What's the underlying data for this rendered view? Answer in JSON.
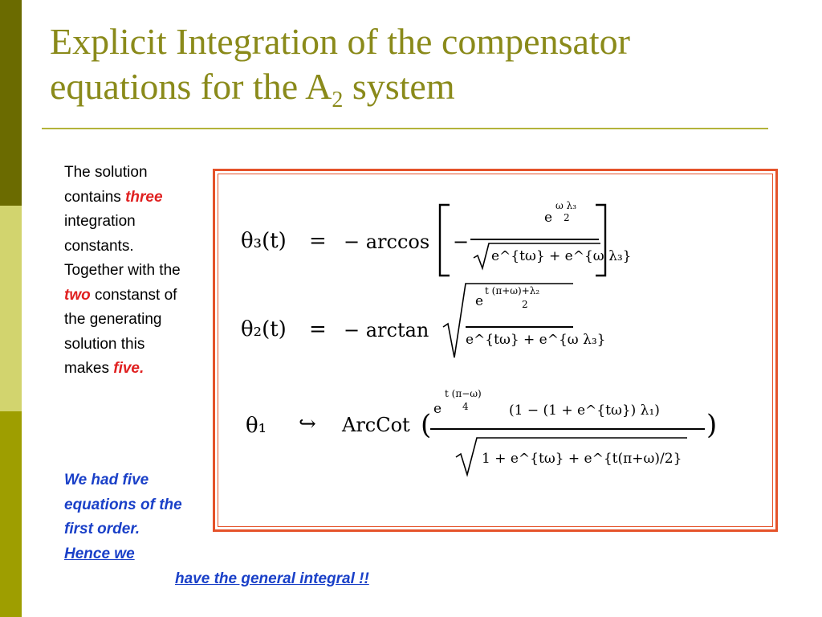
{
  "slide": {
    "title_line1": "Explicit Integration of the compensator",
    "title_line2_pre": "equations for the A",
    "title_line2_sub": "2",
    "title_line2_post": " system",
    "body": {
      "p1": "The solution contains",
      "three": "three",
      "p2": "integration constants. Together with the",
      "two": "two",
      "p3": "constanst of the generating solution this makes",
      "five": "five."
    },
    "blue_line1": "We had five equations of the first order.",
    "blue_hence": "Hence we",
    "blue_tail": "have the general integral !!"
  },
  "equations": {
    "eq1": {
      "lhs": "θ₃(t)",
      "op": "=",
      "fn": "− arccos",
      "num_base": "e",
      "num_exp_top": "ω λ₃",
      "num_exp_bottom": "2",
      "den": "e^{tω} + e^{ω λ₃}"
    },
    "eq2": {
      "lhs": "θ₂(t)",
      "op": "=",
      "fn": "− arctan",
      "num_base": "e",
      "num_exp_top": "t (π+ω)+λ₂",
      "num_exp_bottom": "2",
      "den": "e^{tω} + e^{ω λ₃}"
    },
    "eq3": {
      "lhs": "θ₁",
      "op": "↪",
      "fn": "ArcCot",
      "num_base": "e",
      "num_exp_top": "t (π−ω)",
      "num_exp_bottom": "4",
      "num_rest": "(1 − (1 + e^{tω}) λ₁)",
      "den": "1 + e^{tω} + e^{t(π+ω)/2}"
    }
  },
  "colors": {
    "sidebar_dark": "#6b6b00",
    "sidebar_light": "#d2d46e",
    "sidebar_mid": "#9e9e00",
    "title": "#8a8a1a",
    "accent_red": "#e02020",
    "link_blue": "#1a40c8",
    "box_border": "#e5522a"
  }
}
